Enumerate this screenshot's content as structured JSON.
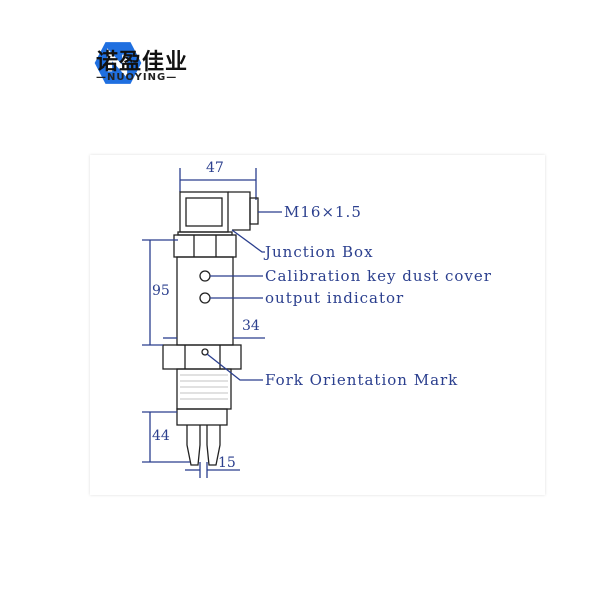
{
  "brand": {
    "name_cn": "诺盈佳业",
    "name_en": "NUOYING",
    "logo_color": "#1f6fe0"
  },
  "dimensions": {
    "width_top": "47",
    "body_height": "95",
    "body_width": "34",
    "fork_height": "44",
    "fork_width": "15"
  },
  "labels": {
    "thread": "M16×1.5",
    "junction_box": "Junction Box",
    "calibration": "Calibration key dust cover",
    "indicator": "output indicator",
    "fork_mark": "Fork Orientation Mark"
  },
  "colors": {
    "annotation": "#2b3f8e",
    "drawing": "#222222"
  }
}
